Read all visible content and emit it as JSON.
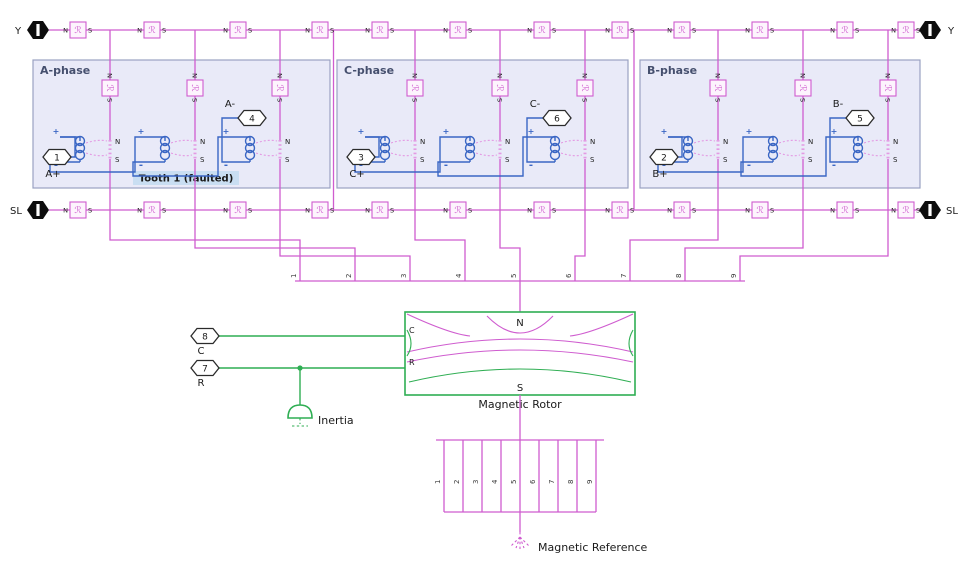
{
  "colors": {
    "magnetic": "#cf5ccf",
    "magnetic_light": "#e39ae3",
    "electrical": "#3a66c4",
    "mechanical": "#2fae53",
    "phase_fill": "#e9eaf8",
    "phase_border": "#9aa2c2",
    "note_highlight": "#c9def2"
  },
  "ports": {
    "y_left": "Y",
    "y_right": "Y",
    "sl_left": "SL",
    "sl_right": "SL"
  },
  "reluctance": {
    "symbol": "ℛ",
    "n": "N",
    "s": "S"
  },
  "tooth": {
    "plus": "+",
    "minus": "-",
    "n": "N",
    "s": "S"
  },
  "phases": [
    {
      "label": "A-phase",
      "plus_num": "1",
      "plus_label": "A+",
      "minus_num": "4",
      "minus_label": "A-",
      "note": "Tooth 1 (faulted)"
    },
    {
      "label": "C-phase",
      "plus_num": "3",
      "plus_label": "C+",
      "minus_num": "6",
      "minus_label": "C-",
      "note": ""
    },
    {
      "label": "B-phase",
      "plus_num": "2",
      "plus_label": "B+",
      "minus_num": "5",
      "minus_label": "B-",
      "note": ""
    }
  ],
  "stator_bus": {
    "numbers": [
      "1",
      "2",
      "3",
      "4",
      "5",
      "6",
      "7",
      "8",
      "9"
    ]
  },
  "rotor": {
    "label": "Magnetic Rotor",
    "n": "N",
    "s": "S",
    "c": "C",
    "r": "R"
  },
  "c_port": {
    "num": "8",
    "label": "C"
  },
  "r_port": {
    "num": "7",
    "label": "R"
  },
  "inertia": {
    "label": "Inertia"
  },
  "rotor_bus": {
    "numbers": [
      "1",
      "2",
      "3",
      "4",
      "5",
      "6",
      "7",
      "8",
      "9"
    ]
  },
  "reference": {
    "label": "Magnetic Reference"
  }
}
